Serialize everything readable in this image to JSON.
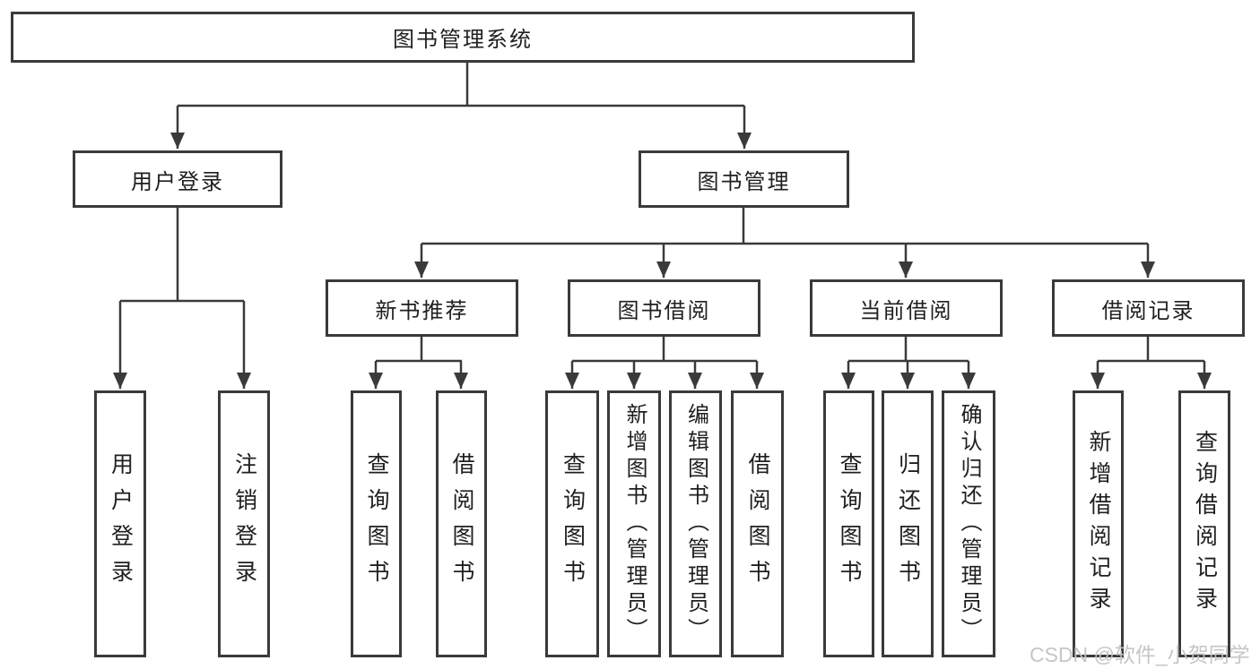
{
  "tree": {
    "root": "图书管理系统",
    "children": [
      {
        "label": "用户登录",
        "children": [
          "用户登录",
          "注销登录"
        ]
      },
      {
        "label": "图书管理",
        "children": [
          {
            "label": "新书推荐",
            "children": [
              "查询图书",
              "借阅图书"
            ]
          },
          {
            "label": "图书借阅",
            "children": [
              "查询图书",
              "新增图书（管理员）",
              "编辑图书（管理员）",
              "借阅图书"
            ]
          },
          {
            "label": "当前借阅",
            "children": [
              "查询图书",
              "归还图书",
              "确认归还（管理员）"
            ]
          },
          {
            "label": "借阅记录",
            "children": [
              "新增借阅记录",
              "查询借阅记录"
            ]
          }
        ]
      }
    ]
  },
  "watermark": {
    "text": "CSDN @软件_小贺同学"
  },
  "colors": {
    "line": "#3a3a3a",
    "text": "#1f1f1f",
    "watermark": "#c3c3c3",
    "background": "#ffffff"
  }
}
